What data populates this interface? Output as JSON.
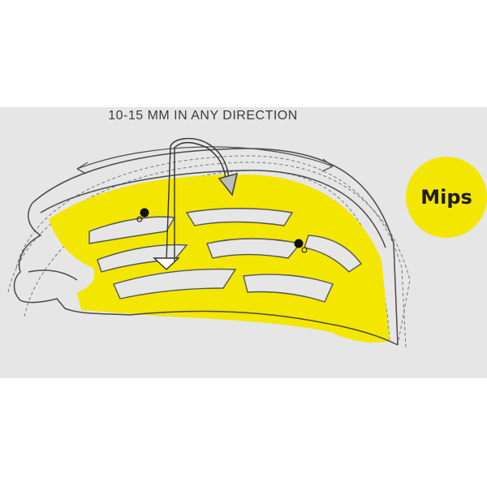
{
  "caption": "10-15 MM IN ANY DIRECTION",
  "badge": {
    "label": "Mips",
    "color": "#f3e600"
  },
  "colors": {
    "background": "#e6e6e6",
    "liner": "#f3e600",
    "outline": "#555555",
    "dash": "#777777",
    "arrow_fill": "#ffffff"
  },
  "icons": [
    "helmet-outline",
    "mips-liner",
    "curved-double-arrow",
    "rotation-arrow",
    "pivot-anchor"
  ]
}
